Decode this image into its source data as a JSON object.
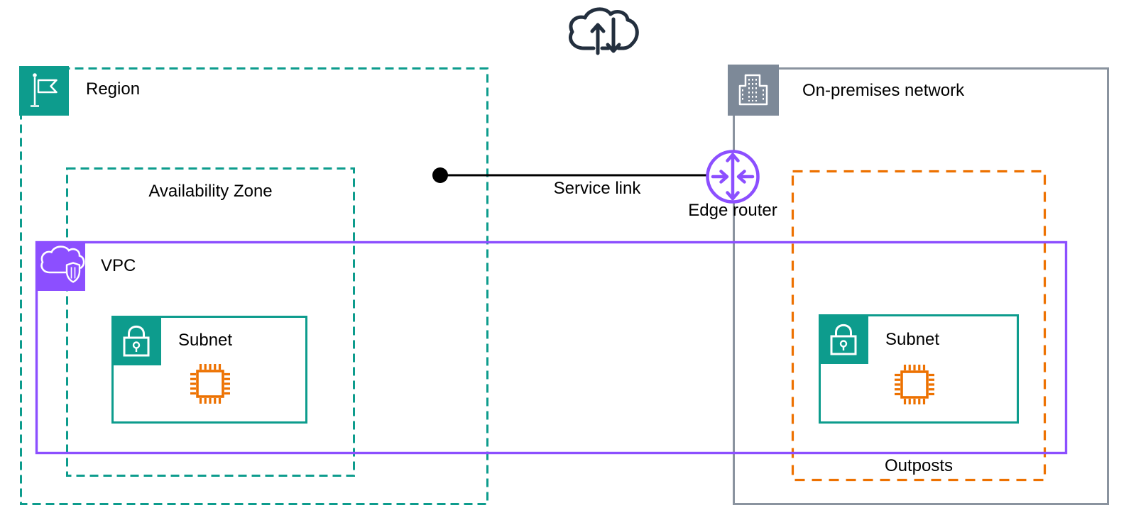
{
  "region": {
    "label": "Region"
  },
  "availability_zone": {
    "label": "Availability Zone"
  },
  "vpc": {
    "label": "VPC"
  },
  "vpc_subnet": {
    "label": "Subnet"
  },
  "service_link": {
    "label": "Service link"
  },
  "edge_router": {
    "label": "Edge router"
  },
  "on_premises": {
    "label": "On-premises network"
  },
  "outposts": {
    "label": "Outposts"
  },
  "outposts_subnet": {
    "label": "Subnet"
  },
  "icons": {
    "top": "cloud-data-transfer-icon",
    "region": "flag-icon",
    "vpc": "cloud-shield-icon",
    "subnet": "lock-icon",
    "on_premises": "building-icon",
    "edge_router": "router-arrows-icon",
    "compute": "cpu-chip-icon"
  },
  "colors": {
    "teal": "#0D9C8D",
    "purple": "#8C4FFF",
    "orange": "#ED7100",
    "gray_fill": "#7D8998",
    "gray_border": "#8A939F",
    "navy": "#232F3E",
    "black": "#000000"
  }
}
